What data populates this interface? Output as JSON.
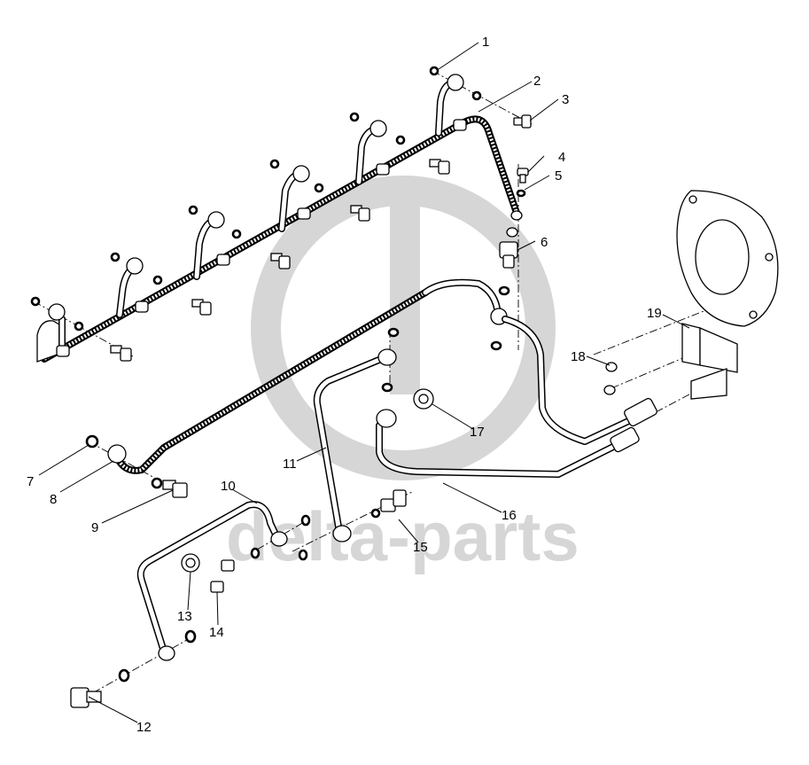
{
  "watermark": {
    "text": "delta-parts",
    "color": "#d6d6d6"
  },
  "callouts": [
    {
      "id": "1",
      "text": "1"
    },
    {
      "id": "2",
      "text": "2"
    },
    {
      "id": "3",
      "text": "3"
    },
    {
      "id": "4",
      "text": "4"
    },
    {
      "id": "5",
      "text": "5"
    },
    {
      "id": "6",
      "text": "6"
    },
    {
      "id": "7",
      "text": "7"
    },
    {
      "id": "8",
      "text": "8"
    },
    {
      "id": "9",
      "text": "9"
    },
    {
      "id": "10",
      "text": "10"
    },
    {
      "id": "11",
      "text": "11"
    },
    {
      "id": "12",
      "text": "12"
    },
    {
      "id": "13",
      "text": "13"
    },
    {
      "id": "14",
      "text": "14"
    },
    {
      "id": "15",
      "text": "15"
    },
    {
      "id": "16",
      "text": "16"
    },
    {
      "id": "17",
      "text": "17"
    },
    {
      "id": "18",
      "text": "18"
    },
    {
      "id": "19",
      "text": "19"
    }
  ]
}
